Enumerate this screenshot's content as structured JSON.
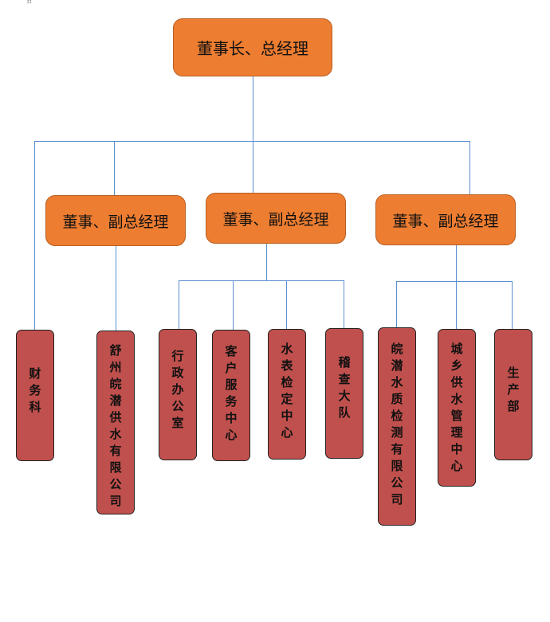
{
  "chart": {
    "root": "董事长、总经理",
    "managers": [
      "董事、副总经理",
      "董事、副总经理",
      "董事、副总经理"
    ],
    "departments": [
      "财务科",
      "舒州皖潜供水有限公司",
      "行政办公室",
      "客户服务中心",
      "水表检定中心",
      "稽查大队",
      "皖潜水质检测有限公司",
      "城乡供水管理中心",
      "生产部"
    ]
  },
  "colors": {
    "root": "#ed7d31",
    "department": "#c0504d",
    "connector": "#5b8fd0"
  }
}
